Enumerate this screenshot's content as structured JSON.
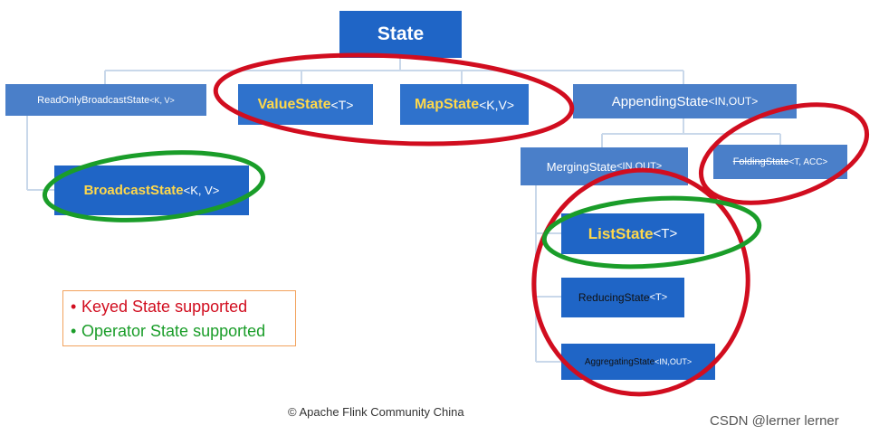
{
  "diagram": {
    "root": {
      "label": "State"
    },
    "nodes": {
      "read_only_broadcast": {
        "label": "ReadOnlyBroadcastState",
        "generic": "<K, V>"
      },
      "value_state": {
        "label": "ValueState",
        "generic": "<T>"
      },
      "map_state": {
        "label": "MapState",
        "generic": "<K,V>"
      },
      "appending_state": {
        "label": "AppendingState",
        "generic": "<IN,OUT>"
      },
      "broadcast_state": {
        "label": "BroadcastState",
        "generic": "<K, V>"
      },
      "merging_state": {
        "label": "MergingState",
        "generic": "<IN,OUT>"
      },
      "folding_state": {
        "label": "FoldingState",
        "generic": "<T, ACC>"
      },
      "list_state": {
        "label": "ListState",
        "generic": "<T>"
      },
      "reducing_state": {
        "label": "ReducingState",
        "generic": "<T>"
      },
      "aggregating_state": {
        "label": "AggregatingState",
        "generic": "<IN,OUT>"
      }
    }
  },
  "legend": {
    "keyed": "Keyed State supported",
    "operator": "Operator State supported",
    "bullet": "•"
  },
  "colors": {
    "keyed": "#d10d1f",
    "operator": "#1a9d29",
    "highlight_text": "#ffd84a"
  },
  "footer": "© Apache Flink Community China",
  "watermark": "CSDN @lerner lerner"
}
